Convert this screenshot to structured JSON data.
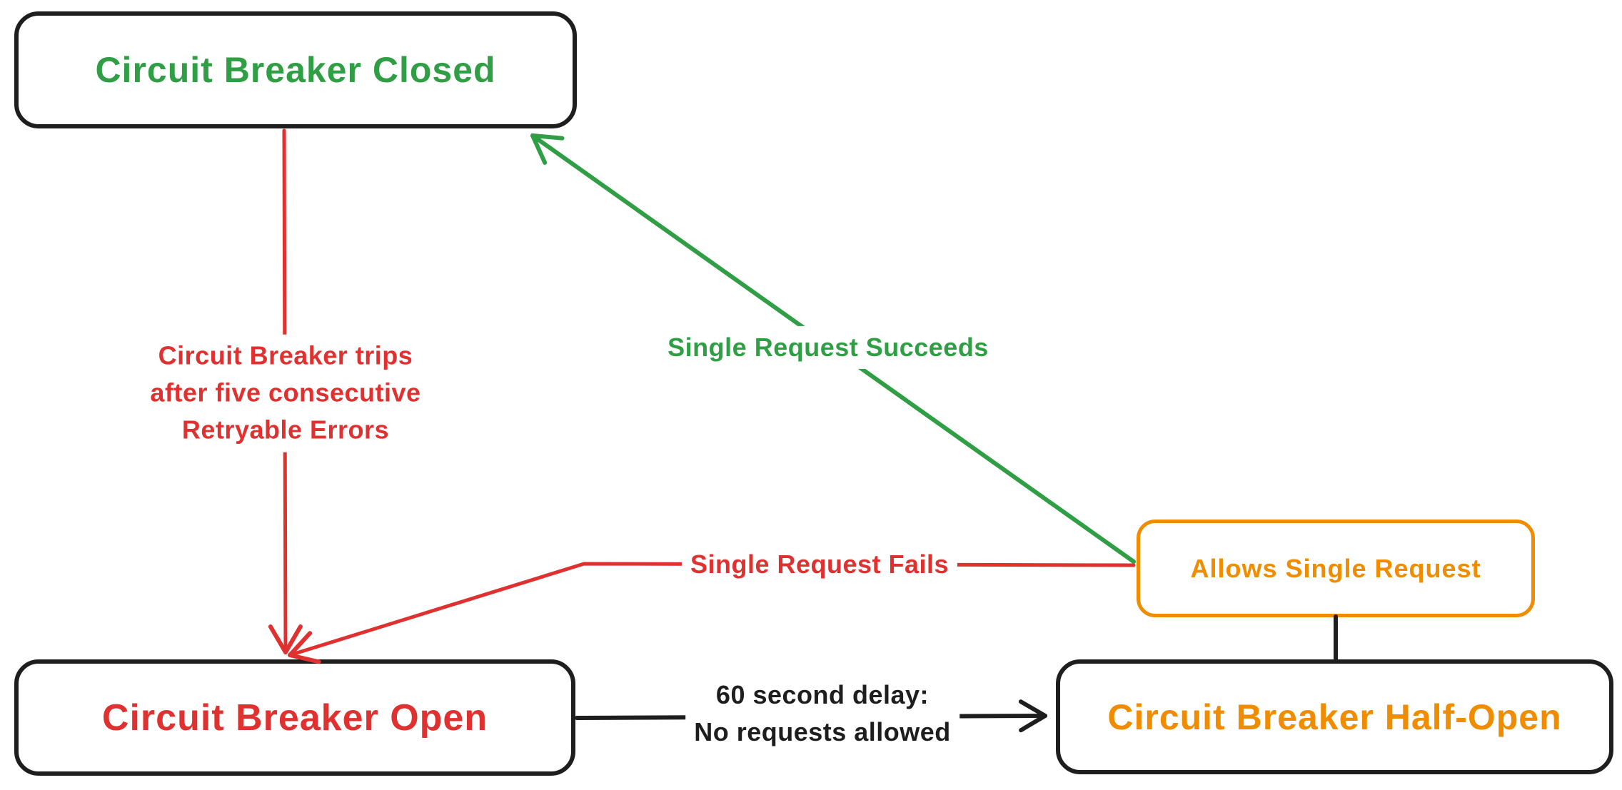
{
  "colors": {
    "stroke_black": "#1e1e1e",
    "red": "#e03131",
    "green": "#2f9e44",
    "orange": "#f08c00",
    "background": "#ffffff"
  },
  "nodes": {
    "closed": {
      "label": "Circuit Breaker Closed"
    },
    "open": {
      "label": "Circuit Breaker Open"
    },
    "half_open": {
      "label": "Circuit Breaker Half-Open"
    },
    "allows": {
      "label": "Allows Single Request"
    }
  },
  "edges": {
    "trips": {
      "lines": [
        "Circuit Breaker trips",
        "after five consecutive",
        "Retryable Errors"
      ]
    },
    "succeeds": {
      "label": "Single Request Succeeds"
    },
    "fails": {
      "label": "Single Request Fails"
    },
    "delay": {
      "lines": [
        "60 second delay:",
        "No requests allowed"
      ]
    }
  }
}
